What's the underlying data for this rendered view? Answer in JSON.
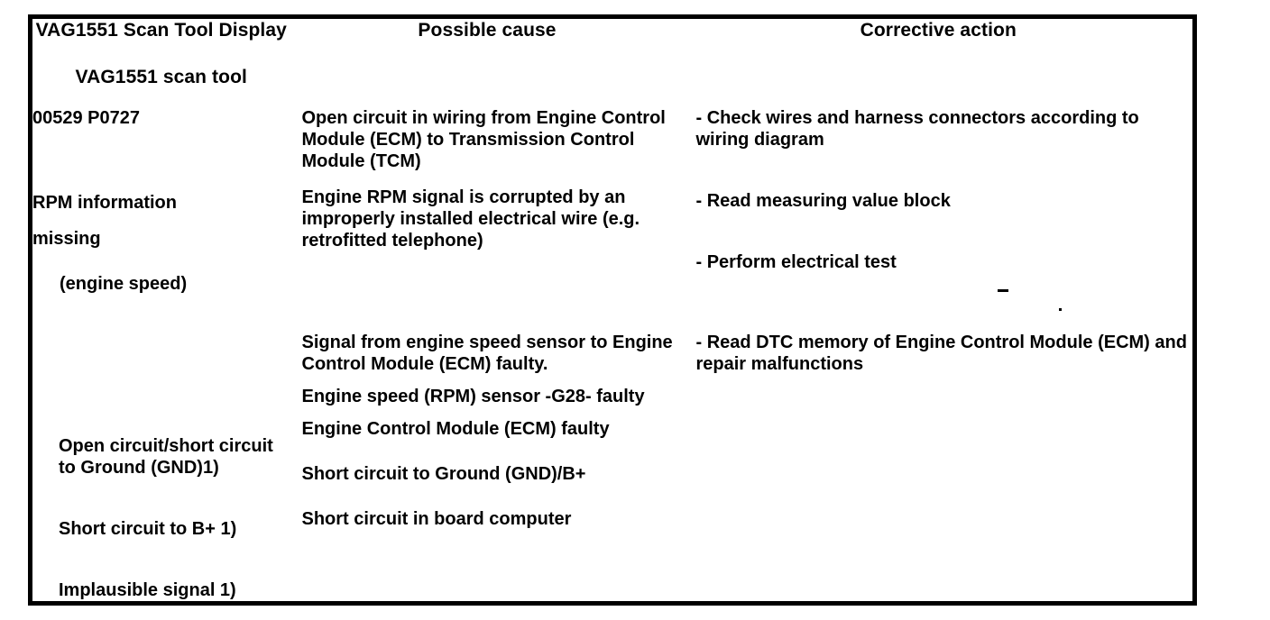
{
  "table": {
    "headers": [
      {
        "title": "VAG1551 Scan Tool Display",
        "subtitle": "VAG1551 scan tool"
      },
      {
        "title": "Possible cause",
        "subtitle": ""
      },
      {
        "title": "Corrective action",
        "subtitle": ""
      }
    ],
    "rows": [
      {
        "display": {
          "code": "00529 P0727",
          "description_line1": "RPM information",
          "description_line2": "missing",
          "note": "(engine speed)",
          "fault_1": "Open circuit/short circuit to Ground (GND)1)",
          "fault_2": "Short circuit to B+ 1)",
          "fault_3": "Implausible signal 1)"
        },
        "sub_rows": [
          {
            "possible_causes": [
              "Open circuit in wiring from Engine Control Module (ECM) to Transmission Control Module (TCM)",
              "Engine RPM signal is corrupted by an improperly installed electrical wire (e.g. retrofitted telephone)"
            ],
            "corrective_actions": [
              "- Check wires and harness connectors according to wiring diagram",
              "- Read measuring value block",
              "- Perform electrical test"
            ]
          },
          {
            "possible_causes": [
              "Signal from engine speed sensor to Engine Control Module (ECM) faulty.",
              "Engine speed (RPM) sensor -G28- faulty",
              "Engine Control Module (ECM) faulty",
              "Short circuit to Ground (GND)/B+",
              "Short circuit in board computer"
            ],
            "corrective_actions": [
              "- Read DTC memory of Engine Control Module (ECM) and repair malfunctions"
            ]
          }
        ]
      }
    ]
  },
  "colors": {
    "border": "#000000",
    "text": "#000000",
    "background": "#ffffff"
  }
}
